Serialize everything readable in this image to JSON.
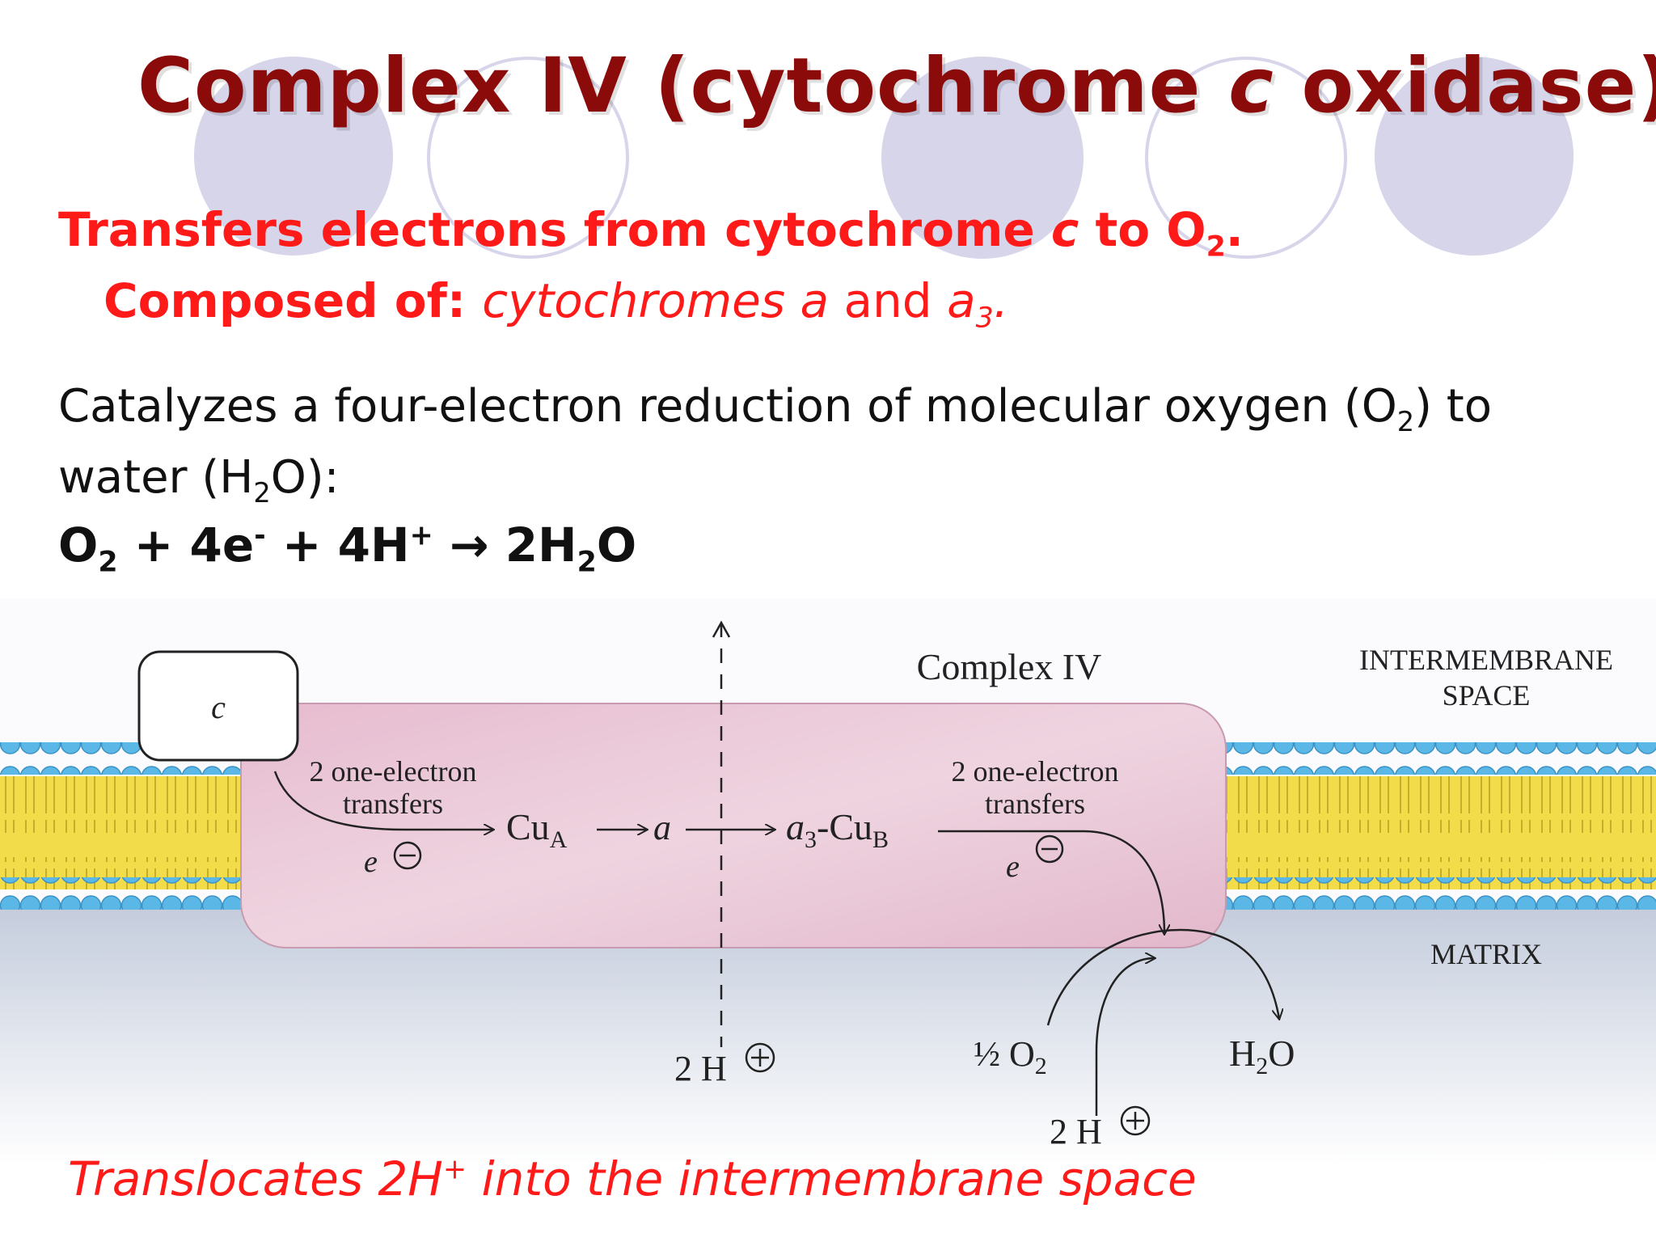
{
  "slide": {
    "title_prefix": "Complex IV (cytochrome ",
    "title_italic": "c",
    "title_suffix": " oxidase)",
    "line1": {
      "prefix": "Transfers electrons from cytochrome ",
      "italic": "c",
      "mid": " to O",
      "sub": "2",
      "suffix": "."
    },
    "line2": {
      "bold": "Composed of: ",
      "italic1": "cytochromes a",
      "and": " and ",
      "italic2": "a",
      "sub": "3",
      "suffix": "."
    },
    "line3": {
      "prefix": "Catalyzes a four-electron reduction of molecular oxygen (O",
      "sub": "2",
      "suffix": ") to"
    },
    "line4": {
      "prefix": "water (H",
      "sub": "2",
      "suffix": "O):"
    },
    "equation": {
      "o": "O",
      "o_sub": "2",
      "plus1": " + 4e",
      "e_sup": "-",
      "plus2": " + 4H",
      "h_sup": "+",
      "arrow": " → 2H",
      "w_sub": "2",
      "w_end": "O"
    },
    "bottom": {
      "prefix": "Translocates 2H",
      "sup": "+",
      "suffix": " into the intermembrane space"
    }
  },
  "diagram": {
    "complex_label": "Complex IV",
    "intermembrane_line1": "INTERMEMBRANE",
    "intermembrane_line2": "SPACE",
    "matrix_label": "MATRIX",
    "cyt_c_label": "c",
    "left_transfer_line1": "2 one-electron",
    "left_transfer_line2": "transfers",
    "right_transfer_line1": "2 one-electron",
    "right_transfer_line2": "transfers",
    "electron": "e",
    "cu": "Cu",
    "cu_a_sub": "A",
    "a_label": "a",
    "a3": "a",
    "a3_sub": "3",
    "cub": "-Cu",
    "cub_sub": "B",
    "proton_left": "2 H",
    "half_o2": "½ O",
    "half_o2_sub": "2",
    "water": "H",
    "water_sub": "2",
    "water_end": "O",
    "proton_bottom": "2 H",
    "colors": {
      "membrane_head": "#5bb7e6",
      "membrane_tail": "#f2dc4a",
      "complex_fill": "#e8c3d5",
      "title": "#8b0b0b",
      "red_text": "#ff1a1a"
    }
  }
}
